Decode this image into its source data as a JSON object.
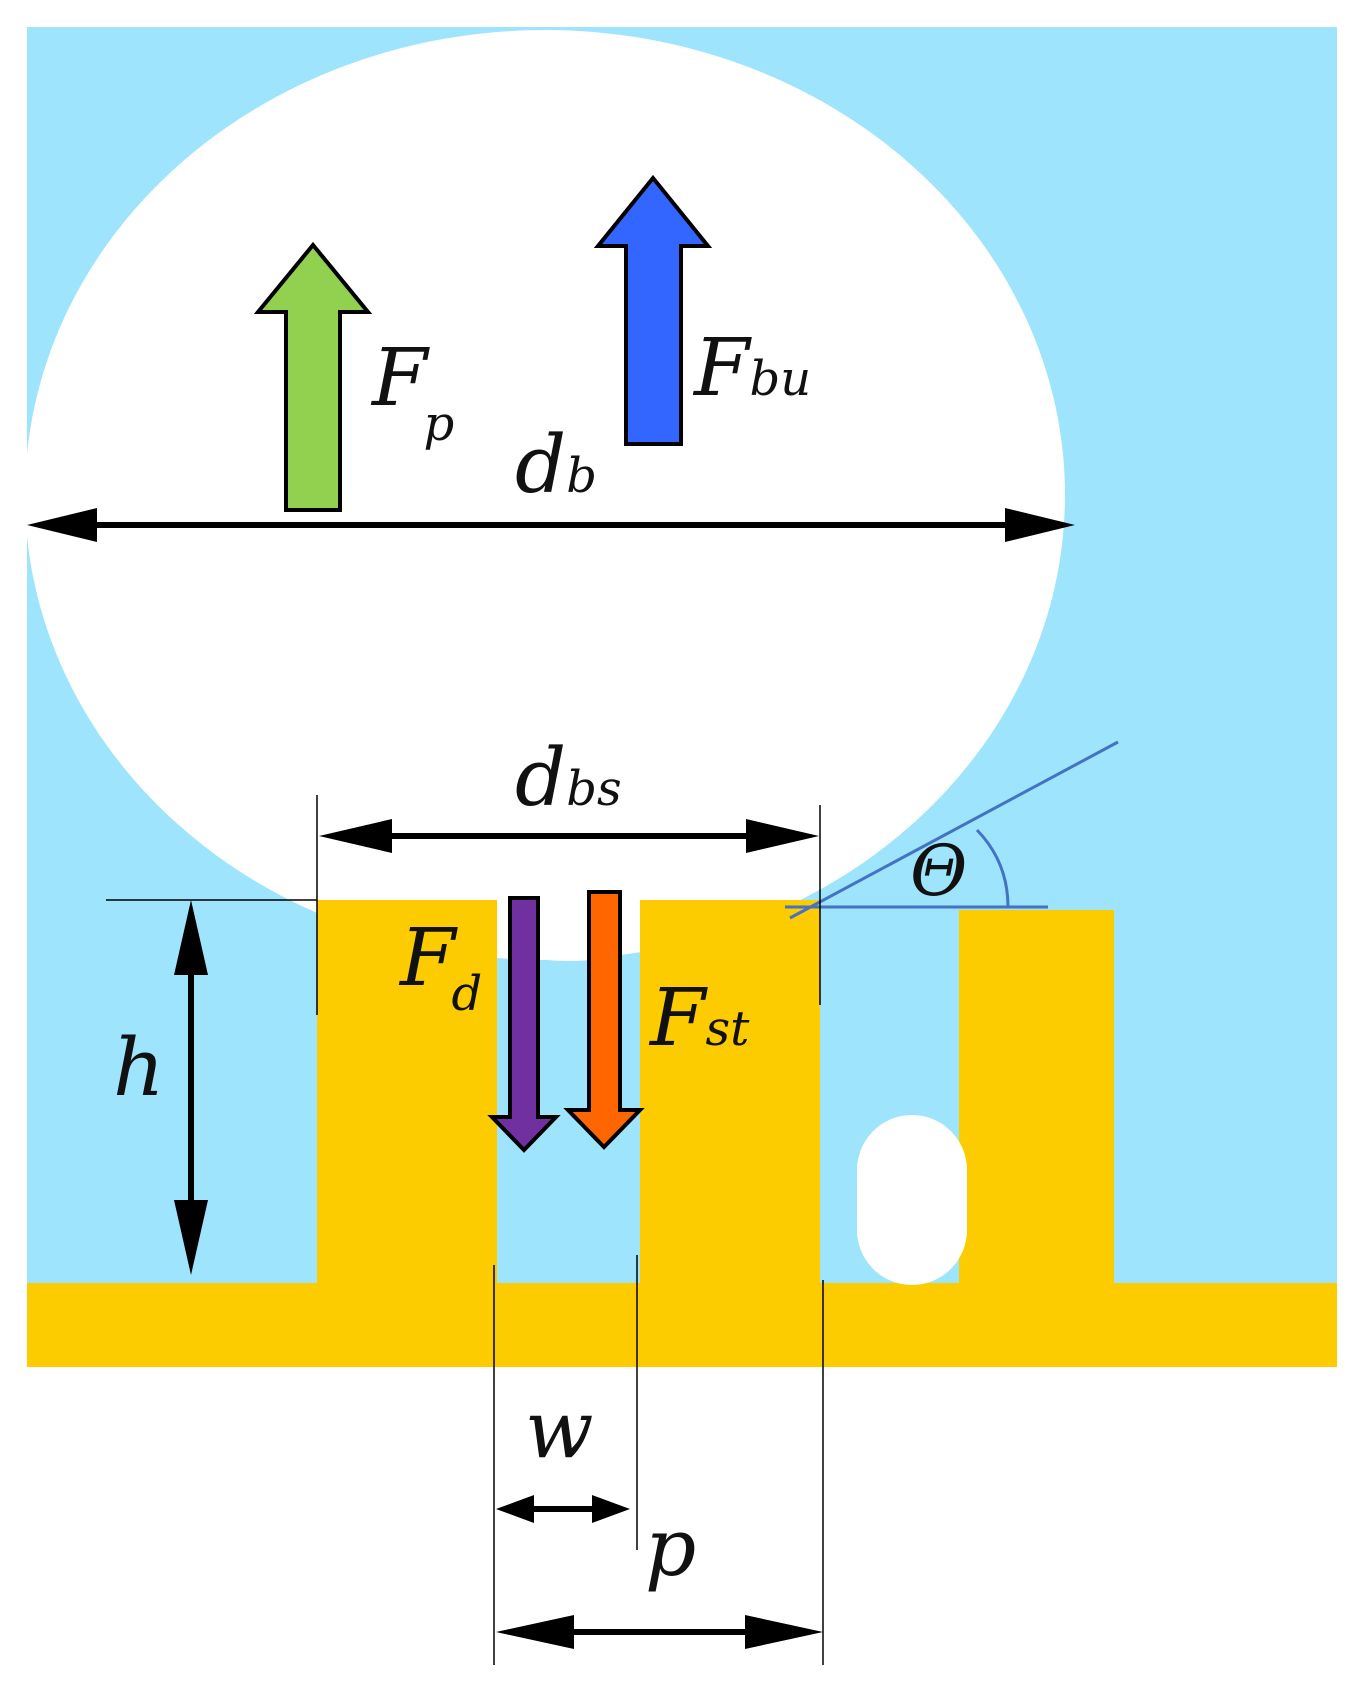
{
  "diagram": {
    "labels": {
      "fp_main": "F",
      "fp_sub": "p",
      "fbu_main": "F",
      "fbu_sub": "bu",
      "db_main": "d",
      "db_sub": "b",
      "dbs_main": "d",
      "dbs_sub": "bs",
      "fd_main": "F",
      "fd_sub": "d",
      "fst_main": "F",
      "fst_sub": "st",
      "h": "h",
      "w": "w",
      "p": "p",
      "theta": "Θ"
    },
    "colors": {
      "liquid": "#9de4fc",
      "solid": "#fccc00",
      "bubble": "#ffffff",
      "arrow_fp": "#92d050",
      "arrow_fbu": "#3366ff",
      "arrow_fd": "#7030a0",
      "arrow_fst": "#ff6600",
      "contact_line": "#4472c4",
      "dimension": "#000000"
    }
  }
}
